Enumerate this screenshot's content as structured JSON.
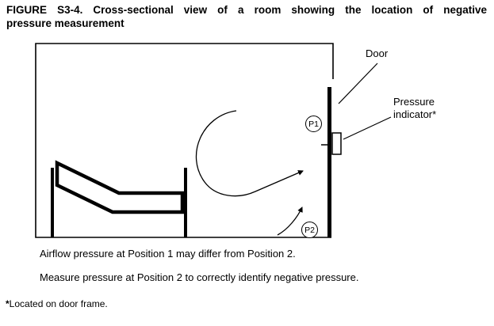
{
  "figure": {
    "title": {
      "line1": "FIGURE S3-4. Cross-sectional view of a room showing the location of negative",
      "line2": "pressure measurement"
    },
    "labels": {
      "door": "Door",
      "pressure_indicator": "Pressure\nindicator*"
    },
    "positions": {
      "p1": "P1",
      "p2": "P2"
    },
    "captions": {
      "line1": "Airflow pressure at Position 1 may differ from Position 2.",
      "line2": "Measure pressure at Position 2 to correctly identify negative pressure."
    },
    "footnote": {
      "marker": "*",
      "text": "Located on door frame."
    }
  },
  "colors": {
    "ink": "#000000",
    "background": "#ffffff"
  }
}
